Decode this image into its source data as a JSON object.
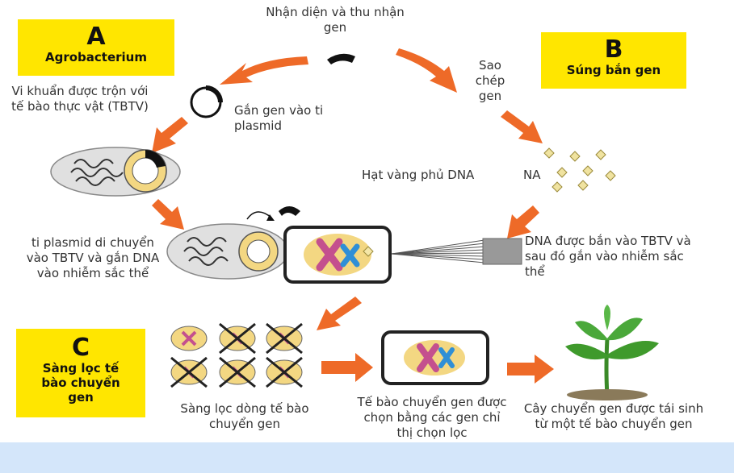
{
  "top_label": "Nhận diện và thu nhận gen",
  "panel_a": {
    "letter": "A",
    "title": "Agrobacterium"
  },
  "panel_b": {
    "letter": "B",
    "title": "Súng bắn gen"
  },
  "panel_c": {
    "letter": "C",
    "title": "Sàng lọc tế bào chuyển gen"
  },
  "labels": {
    "mixed": "Vi khuẩn được trộn với tế bào thực vật (TBTV)",
    "insert": "Gắn gen vào ti plasmid",
    "copy": "Sao chép gen",
    "gold": "Hạt vàng phủ DNA",
    "gold_fragment": "NA",
    "transfer": "ti plasmid di chuyển vào TBTV và gắn DNA vào nhiễm sắc thể",
    "shot": "DNA được bắn vào TBTV và sau đó gắn vào nhiễm sắc thể",
    "screen": "Sàng lọc dòng tế bào chuyển gen",
    "selected": "Tế bào chuyển gen được chọn bằng các gen chỉ thị chọn lọc",
    "plant": "Cây chuyển gen được tái sinh từ một tế bào chuyển gen"
  },
  "colors": {
    "arrow": "#ee6a28",
    "yellow_box": "#ffe600",
    "bottom_band": "#cfe2f8",
    "chromosome_pink": "#c4508e",
    "chromosome_blue": "#2f8fd6",
    "cell_fill": "#e2e2e2",
    "plant_green": "#3f9a2c"
  }
}
